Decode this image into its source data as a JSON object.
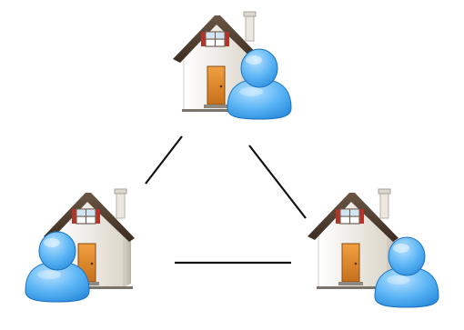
{
  "diagram": {
    "type": "network",
    "nodes": [
      {
        "id": "top",
        "icon": "home-user-icon",
        "person_side": "right"
      },
      {
        "id": "left",
        "icon": "home-user-icon",
        "person_side": "left"
      },
      {
        "id": "right",
        "icon": "home-user-icon",
        "person_side": "right"
      }
    ],
    "edges": [
      {
        "from": "top",
        "to": "left"
      },
      {
        "from": "top",
        "to": "right"
      },
      {
        "from": "left",
        "to": "right"
      }
    ]
  },
  "colors": {
    "roof": "#4a3a2c",
    "wall": "#f2eee6",
    "door": "#e08a2a",
    "shutter": "#b43228",
    "chimney": "#ece8e0",
    "person": "#3d9ee8",
    "person_light": "#9fd4ff",
    "line": "#111111"
  }
}
